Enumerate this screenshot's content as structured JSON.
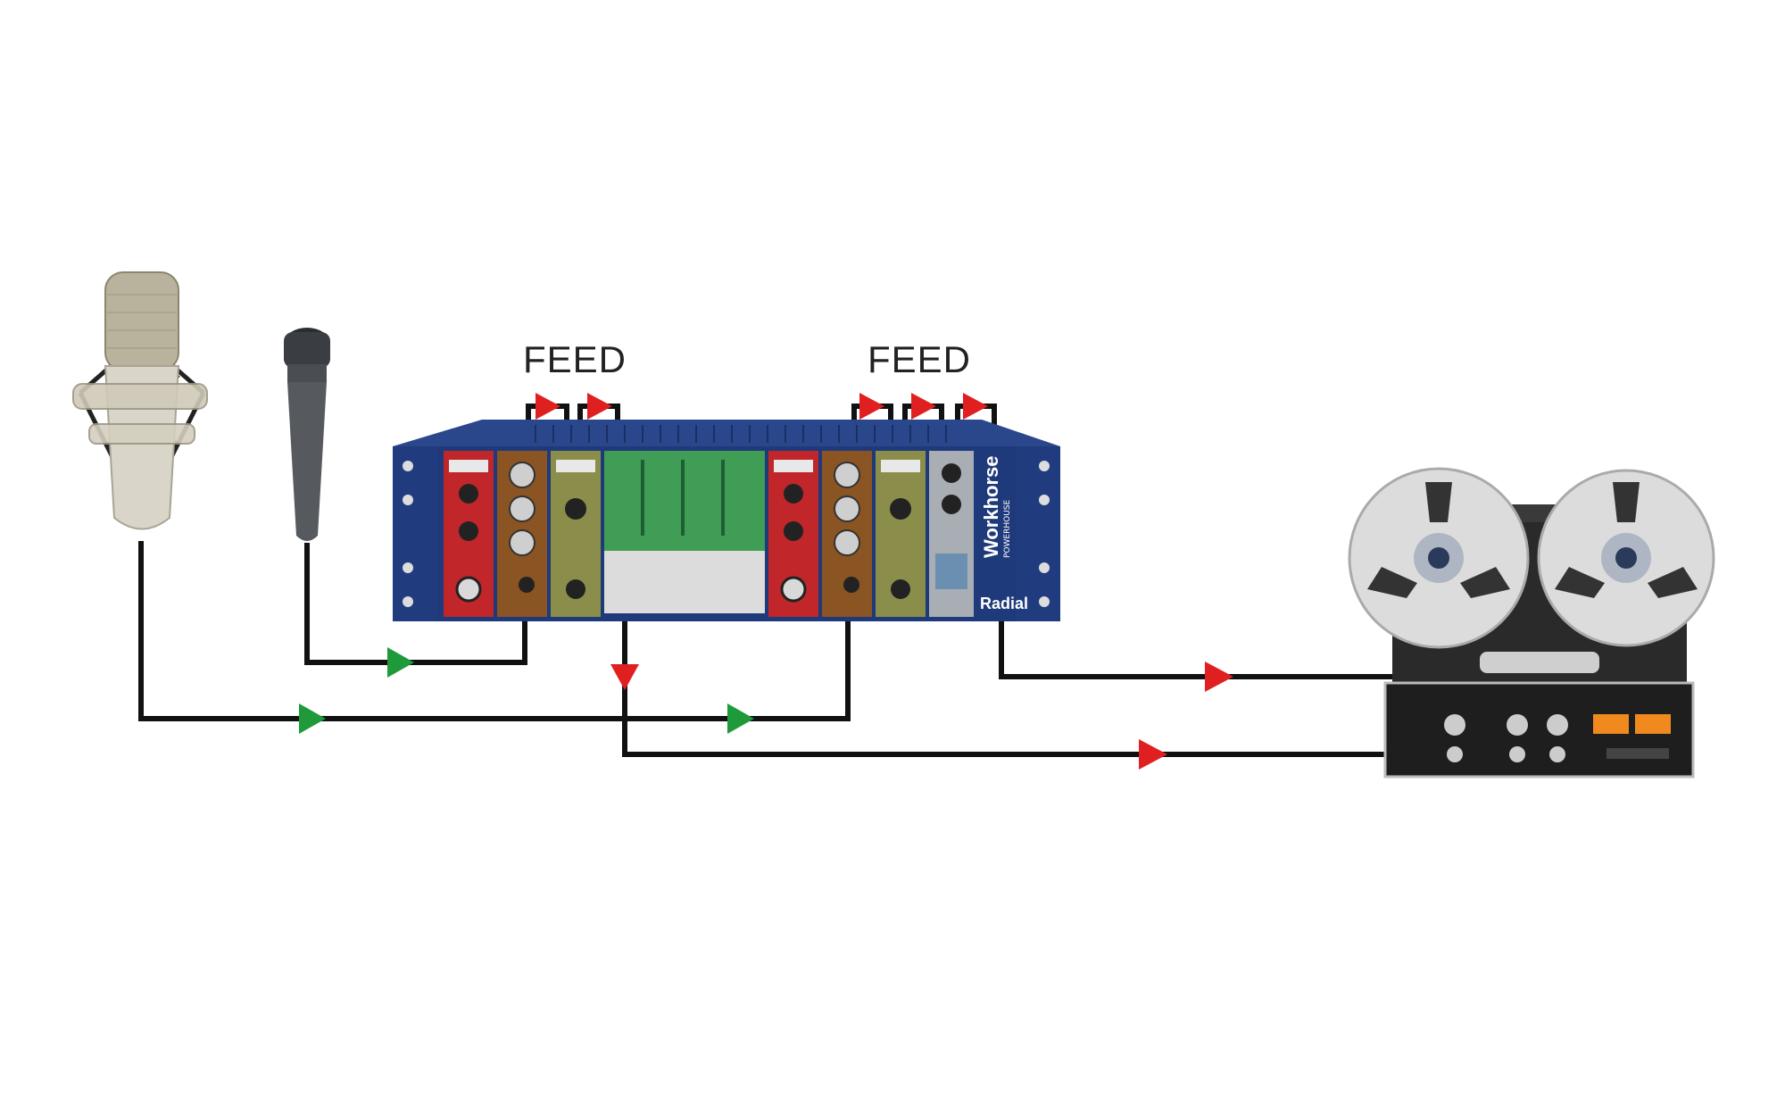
{
  "diagram": {
    "feed_labels": [
      "FEED",
      "FEED"
    ],
    "rack": {
      "brand": "Workhorse",
      "model": "POWERHOUSE",
      "maker_logo": "Radial"
    },
    "devices": {
      "condenser_mic": "condenser-microphone",
      "dynamic_mic": "dynamic-microphone",
      "recorder": "reel-to-reel-tape-recorder"
    },
    "colors": {
      "signal_in": "#1f9a3a",
      "signal_out": "#e02020",
      "cable": "#111111",
      "rack_blue": "#1f3a7a"
    }
  }
}
